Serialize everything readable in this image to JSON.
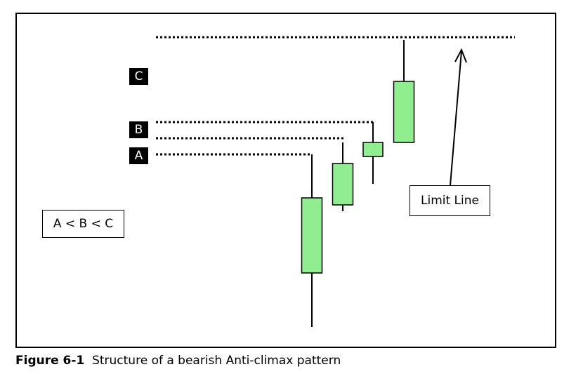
{
  "levels": {
    "a_label": "A",
    "b_label": "B",
    "c_label": "C"
  },
  "relation_text": "A < B < C",
  "limit_line_label": "Limit Line",
  "caption": {
    "label": "Figure 6-1",
    "text": "Structure of a bearish Anti-climax pattern"
  },
  "colors": {
    "candle_fill": "#90EE90",
    "candle_border": "#000000",
    "dotted_line": "#000000",
    "badge_background": "#000000",
    "badge_text": "#FFFFFF"
  },
  "candles": [
    {
      "name": "candle-1",
      "direction": "bullish"
    },
    {
      "name": "candle-2",
      "direction": "bullish"
    },
    {
      "name": "candle-3",
      "direction": "bullish"
    },
    {
      "name": "candle-4",
      "direction": "bullish"
    }
  ]
}
